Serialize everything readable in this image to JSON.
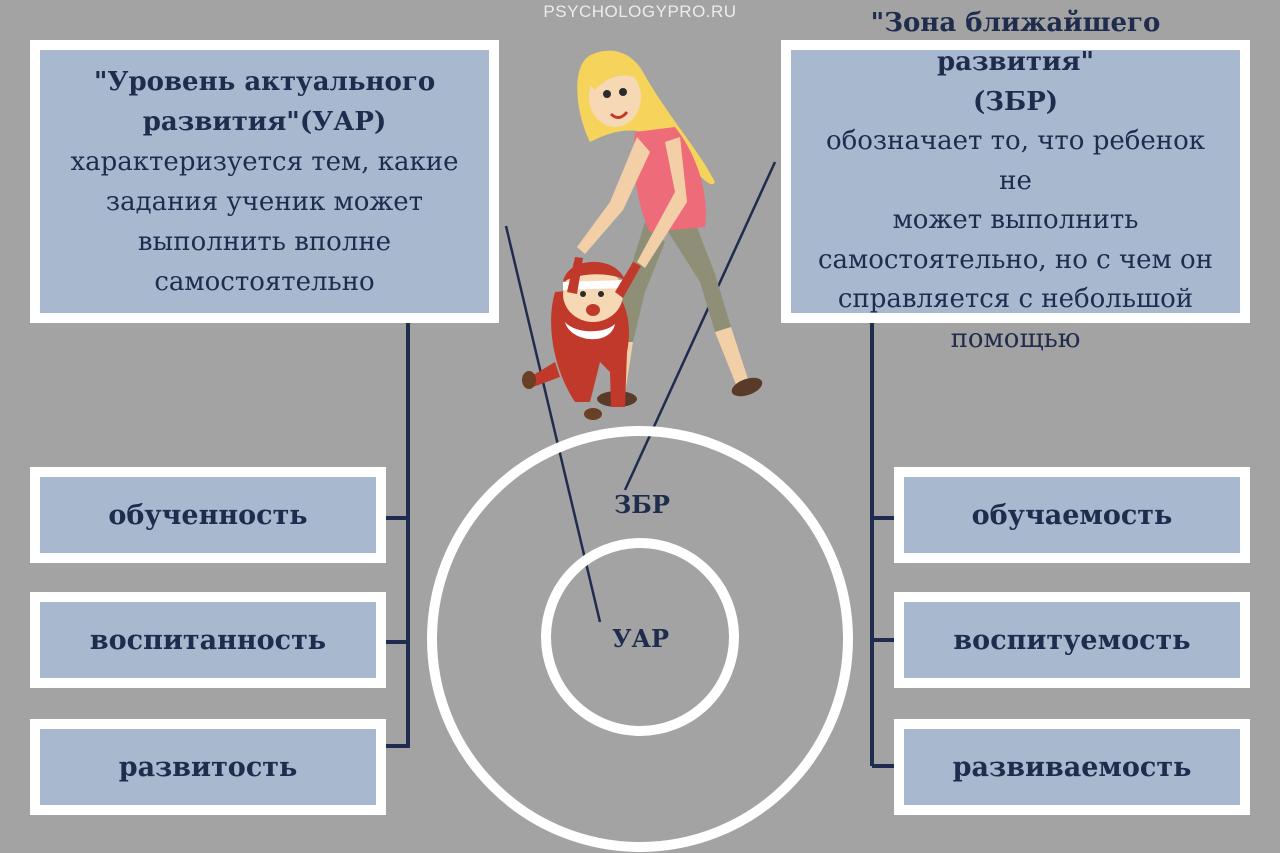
{
  "watermark": "PSYCHOLOGYPRO.RU",
  "left_top": {
    "title_line1": "\"Уровень актуального",
    "title_line2": "развития\"(УАР)",
    "text_line1": "характеризуется тем, какие",
    "text_line2": "задания ученик может",
    "text_line3": "выполнить вполне",
    "text_line4": "самостоятельно"
  },
  "right_top": {
    "title_line1": "\"Зона ближайшего развития\"",
    "title_line2": "(ЗБР)",
    "text_line1": "обозначает то, что ребенок не",
    "text_line2": "может выполнить",
    "text_line3": "самостоятельно, но с чем он",
    "text_line4": "справляется с небольшой",
    "text_line5": "помощью"
  },
  "left_items": [
    "обученность",
    "воспитанность",
    "развитость"
  ],
  "right_items": [
    "обучаемость",
    "воспитуемость",
    "развиваемость"
  ],
  "circles": {
    "outer_label": "ЗБР",
    "inner_label": "УАР"
  },
  "colors": {
    "background": "#a3a3a3",
    "box_fill": "#a7b8cf",
    "border": "#ffffff",
    "text": "#1f2c4d",
    "connector": "#1f2c4d"
  },
  "illustration": "mother-teaching-child-to-walk"
}
